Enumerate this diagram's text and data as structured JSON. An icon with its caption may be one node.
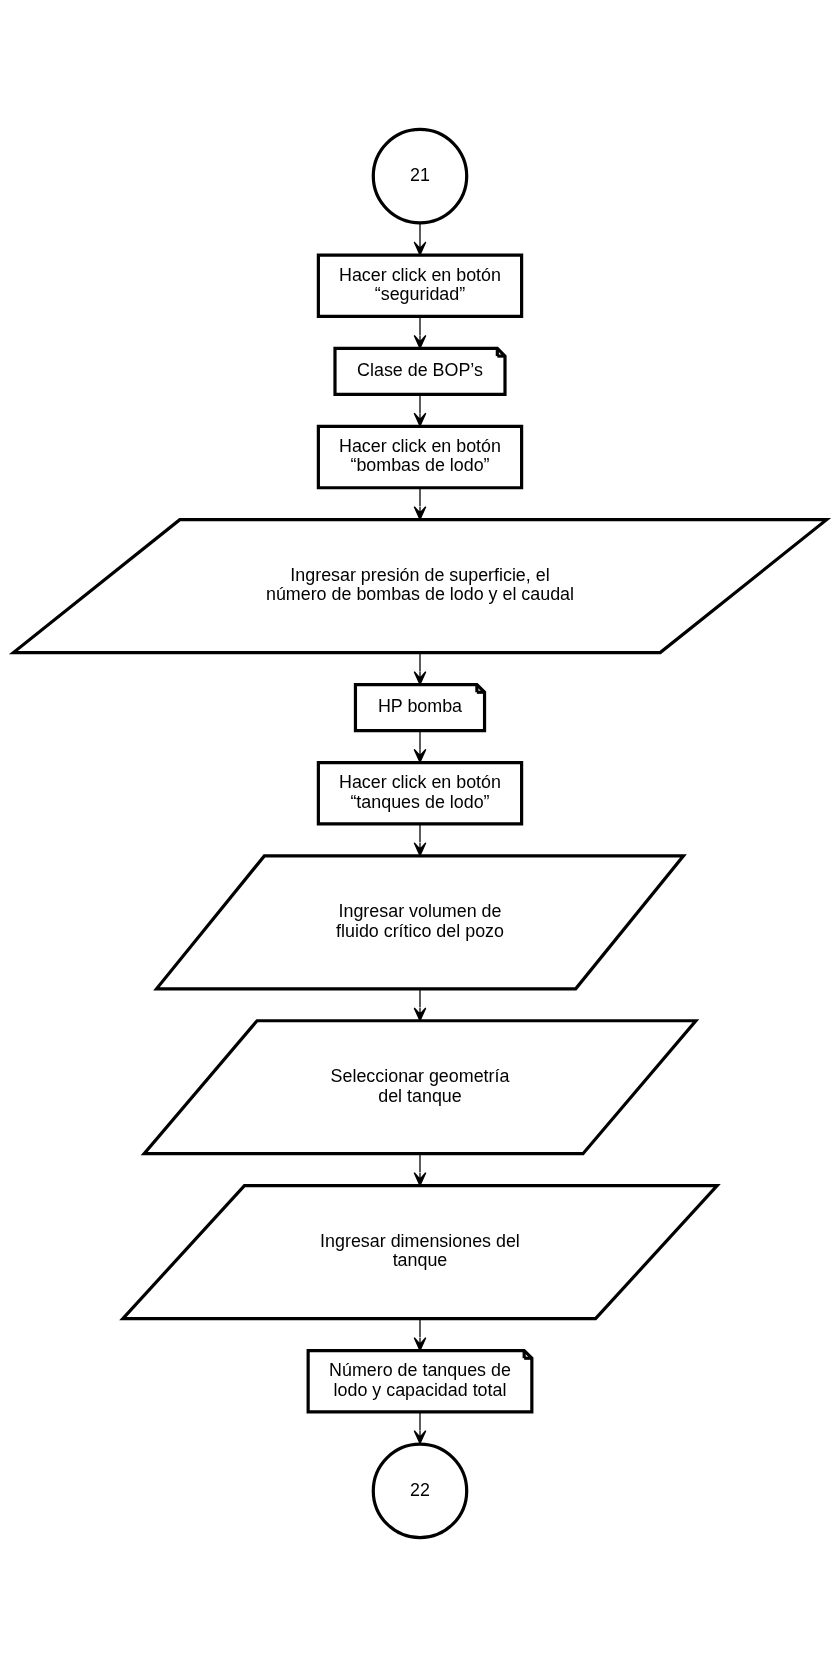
{
  "diagram": {
    "nodes": [
      {
        "text": [
          "21"
        ]
      },
      {
        "text": [
          "Hacer click en botón “seguridad”"
        ]
      },
      {
        "text": [
          "Clase de BOP’s"
        ]
      },
      {
        "text": [
          "Hacer click en botón “bombas de lodo”"
        ]
      },
      {
        "text": [
          "Ingresar presión de superficie, el número de bombas de lodo y el caudal"
        ]
      },
      {
        "text": [
          "HP bomba"
        ]
      },
      {
        "text": [
          "Hacer click en botón “tanques de lodo”"
        ]
      },
      {
        "text": [
          "Ingresar volumen de fluido crítico del pozo"
        ]
      },
      {
        "text": [
          "Seleccionar geometría del tanque"
        ]
      },
      {
        "text": [
          "Ingresar dimensiones del tanque"
        ]
      },
      {
        "text": [
          "Número de tanques de lodo y capacidad total"
        ]
      },
      {
        "text": [
          "22"
        ]
      }
    ],
    "edges": [
      {
        "from": 0,
        "to": 1,
        "arrow": "to"
      },
      {
        "from": 1,
        "to": 2,
        "arrow": "to"
      },
      {
        "from": 2,
        "to": 3,
        "arrow": "to"
      },
      {
        "from": 3,
        "to": 4,
        "arrow": "to"
      },
      {
        "from": 4,
        "to": 5,
        "arrow": "to"
      },
      {
        "from": 5,
        "to": 6,
        "arrow": "to"
      },
      {
        "from": 6,
        "to": 7,
        "arrow": "to"
      },
      {
        "from": 7,
        "to": 8,
        "arrow": "to"
      },
      {
        "from": 8,
        "to": 9,
        "arrow": "to"
      },
      {
        "from": 9,
        "to": 10,
        "arrow": "to"
      },
      {
        "from": 10,
        "to": 11,
        "arrow": "to"
      }
    ]
  }
}
